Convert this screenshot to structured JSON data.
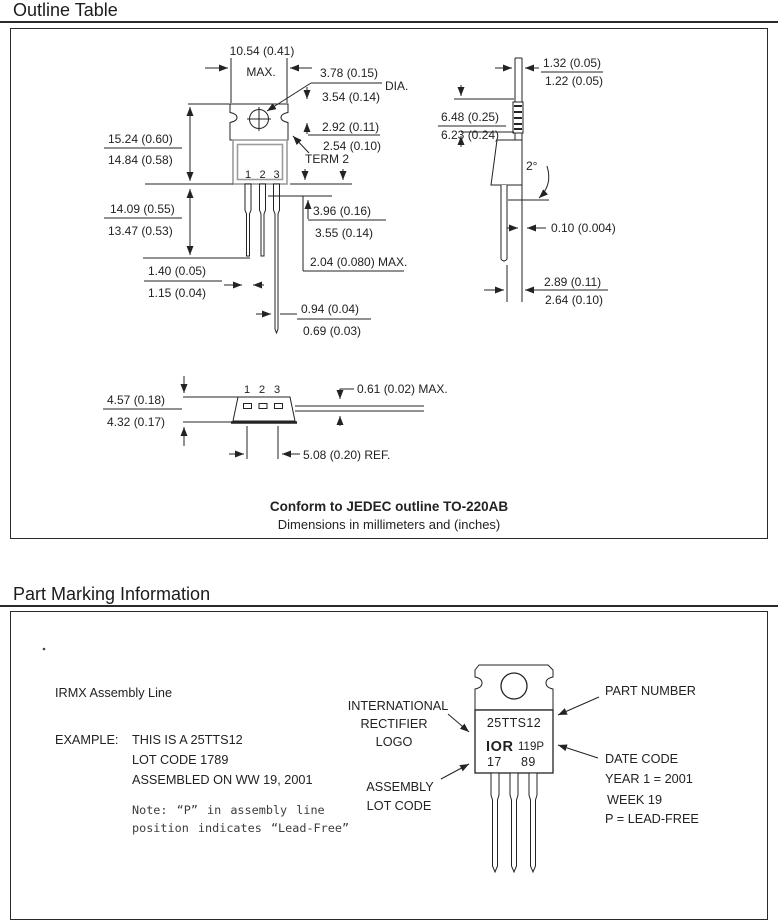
{
  "outline": {
    "title": "Outline Table",
    "front": {
      "width_max": "10.54 (0.41)",
      "width_qual": "MAX.",
      "hole_dia_hi": "3.78 (0.15)",
      "hole_dia_lo": "3.54 (0.14)",
      "dia_label": "DIA.",
      "hole_pos_hi": "2.92 (0.11)",
      "hole_pos_lo": "2.54 (0.10)",
      "term2": "TERM 2",
      "height_hi": "15.24 (0.60)",
      "height_lo": "14.84 (0.58)",
      "lead_len_hi": "14.09 (0.55)",
      "lead_len_lo": "13.47 (0.53)",
      "lead_w_hi": "1.40 (0.05)",
      "lead_w_lo": "1.15 (0.04)",
      "shoulder_hi": "3.96 (0.16)",
      "shoulder_lo": "3.55 (0.14)",
      "kink_max": "2.04 (0.080) MAX.",
      "tip_w_hi": "0.94 (0.04)",
      "tip_w_lo": "0.69 (0.03)",
      "pin1": "1",
      "pin2": "2",
      "pin3": "3"
    },
    "side": {
      "tab_t_hi": "1.32 (0.05)",
      "tab_t_lo": "1.22 (0.05)",
      "tab_h_hi": "6.48 (0.25)",
      "tab_h_lo": "6.23 (0.24)",
      "draft_angle": "2°",
      "lead_offset": "0.10 (0.004)",
      "body_t_hi": "2.89 (0.11)",
      "body_t_lo": "2.64 (0.10)"
    },
    "bottom": {
      "pin1": "1",
      "pin2": "2",
      "pin3": "3",
      "body_d_hi": "4.57 (0.18)",
      "body_d_lo": "4.32 (0.17)",
      "lead_t_max": "0.61 (0.02) MAX.",
      "pin_span_ref": "5.08 (0.20) REF."
    },
    "footer_bold": "Conform to JEDEC outline TO-220AB",
    "footer_sub": "Dimensions in millimeters and (inches)"
  },
  "marking": {
    "title": "Part Marking Information",
    "stray_dot": ".",
    "assembly_line": "IRMX Assembly Line",
    "example_label": "EXAMPLE:",
    "example_lines": [
      "THIS IS A 25TTS12",
      "LOT CODE 1789",
      "ASSEMBLED ON WW 19, 2001"
    ],
    "note_line1": "Note: “P” in assembly line",
    "note_line2": "position indicates “Lead-Free”",
    "callout_logo": [
      "INTERNATIONAL",
      "RECTIFIER",
      "LOGO"
    ],
    "callout_lot": [
      "ASSEMBLY",
      "LOT CODE"
    ],
    "callout_part_number": "PART NUMBER",
    "callout_date_code": "DATE CODE",
    "date_code_year": "YEAR 1 = 2001",
    "date_code_week": "WEEK 19",
    "date_code_leadfree": "P = LEAD-FREE",
    "package": {
      "part_number": "25TTS12",
      "logo": "IOR",
      "date_code": "119P",
      "lot_left": "17",
      "lot_right": "89"
    }
  }
}
